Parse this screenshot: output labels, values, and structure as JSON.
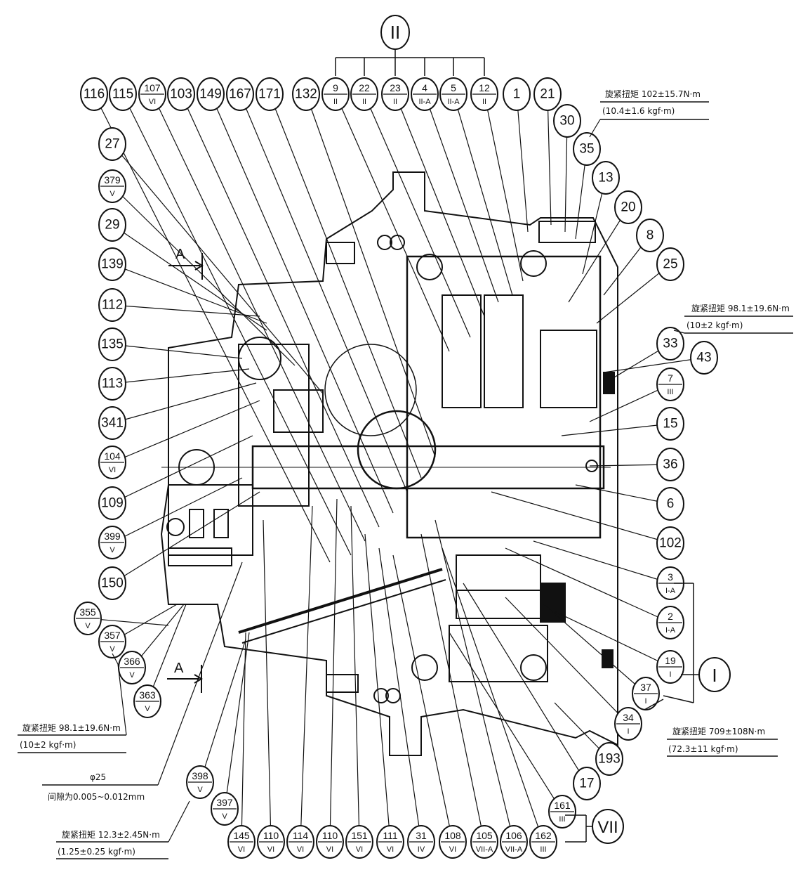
{
  "groups": {
    "II": "II",
    "I": "I",
    "VII": "VII"
  },
  "annotations": {
    "torque_top_right_1": "旋紧扭矩 102±15.7N·m",
    "torque_top_right_1_kgf": "(10.4±1.6 kgf·m)",
    "torque_right_2": "旋紧扭矩 98.1±19.6N·m",
    "torque_right_2_kgf": "(10±2 kgf·m)",
    "torque_left": "旋紧扭矩 98.1±19.6N·m",
    "torque_left_kgf": "(10±2 kgf·m)",
    "torque_bottom_right": "旋紧扭矩 709±108N·m",
    "torque_bottom_right_kgf": "(72.3±11 kgf·m)",
    "torque_bottom_left": "旋紧扭矩 12.3±2.45N·m",
    "torque_bottom_left_kgf": "(1.25±0.25 kgf·m)",
    "phi": "φ25",
    "clearance": "间隙为0.005~0.012mm",
    "section_a_top": "A",
    "section_a_bottom": "A"
  },
  "bubbles": {
    "top_row": [
      "116",
      "115",
      "107/VI",
      "103",
      "149",
      "167",
      "171",
      "132",
      "9/II",
      "22/II",
      "23/II",
      "4/II-A",
      "5/II-A",
      "12/II",
      "1",
      "21"
    ],
    "left_col": [
      "27",
      "379/V",
      "29",
      "139",
      "112",
      "135",
      "113",
      "341",
      "104/VI",
      "109",
      "399/V",
      "150",
      "355/V",
      "357/V",
      "366/V",
      "363/V"
    ],
    "right_col": [
      "30",
      "35",
      "13",
      "20",
      "8",
      "25",
      "33",
      "43",
      "7/III",
      "15",
      "36",
      "6",
      "102",
      "3/I-A",
      "2/I-A",
      "19/I",
      "37/I",
      "34/I",
      "193",
      "17",
      "161/III"
    ],
    "bottom_row": [
      "398/V",
      "397/V",
      "145/VI",
      "110/VI",
      "114/VI",
      "110/VI",
      "151/VI",
      "111/VI",
      "31/IV",
      "108/VI",
      "105/VII-A",
      "106/VII-A",
      "162/III"
    ]
  }
}
